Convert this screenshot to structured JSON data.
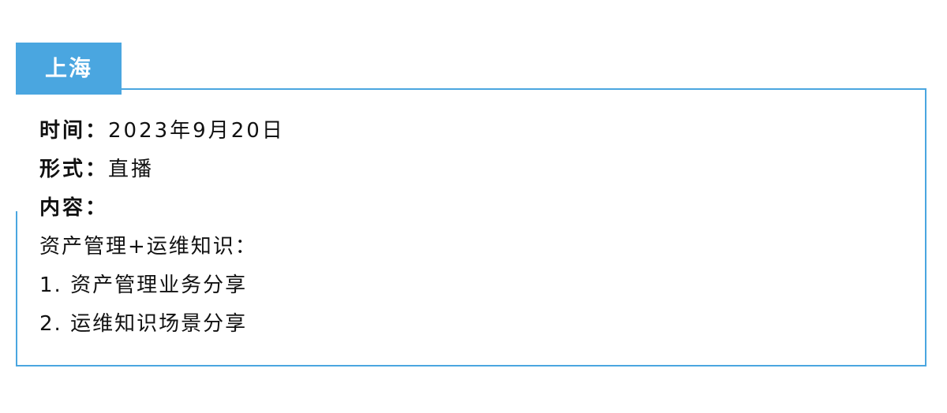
{
  "city_tag": "上海",
  "info": {
    "time_label": "时间：",
    "time_value": "2023年9月20日",
    "format_label": "形式：",
    "format_value": "直播",
    "content_label": "内容："
  },
  "content_lines": [
    "资产管理+运维知识：",
    "1. 资产管理业务分享",
    "2. 运维知识场景分享"
  ],
  "colors": {
    "accent": "#4aa6e0",
    "text": "#111111"
  }
}
